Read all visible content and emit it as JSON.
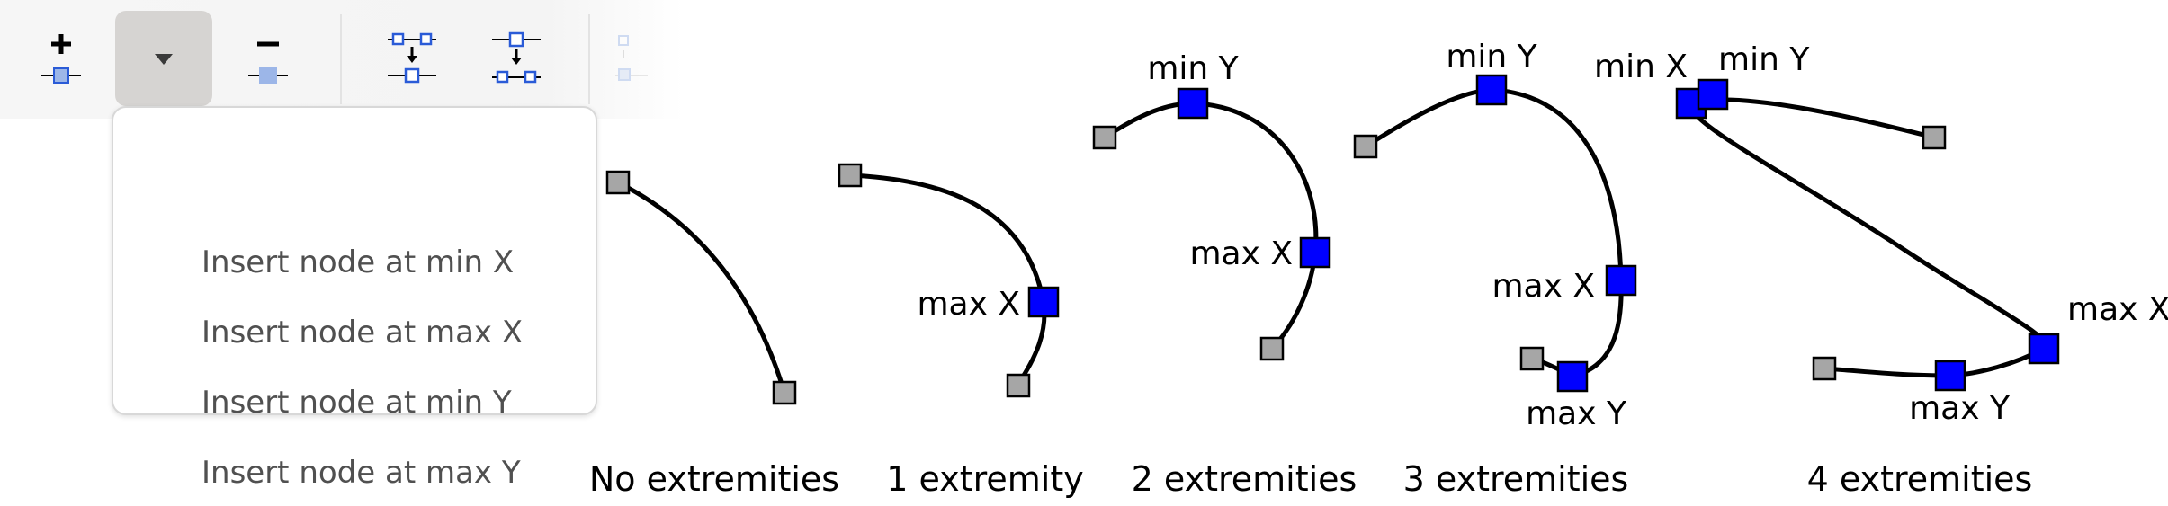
{
  "toolbar": {
    "buttons": [
      {
        "name": "insert-node-button",
        "icon": "insert-node-icon"
      },
      {
        "name": "insert-node-menu-button",
        "icon": "chevron-down-icon"
      },
      {
        "name": "delete-node-button",
        "icon": "delete-node-icon"
      },
      {
        "name": "join-nodes-button",
        "icon": "join-nodes-icon"
      },
      {
        "name": "break-path-button",
        "icon": "break-path-icon"
      },
      {
        "name": "disabled-button",
        "icon": "join-segment-icon"
      }
    ]
  },
  "dropdown": {
    "items": [
      "Insert node at min X",
      "Insert node at max X",
      "Insert node at min Y",
      "Insert node at max Y"
    ]
  },
  "diagram": {
    "colors": {
      "end_node": "#a6a6a6",
      "extremity_node": "#0000ff",
      "stroke": "#000000"
    },
    "captions": [
      "No extremities",
      "1 extremity",
      "2 extremities",
      "3 extremities",
      "4 extremities"
    ],
    "labels": {
      "min_x": "min X",
      "max_x": "max X",
      "min_y": "min Y",
      "max_y": "max Y"
    }
  }
}
